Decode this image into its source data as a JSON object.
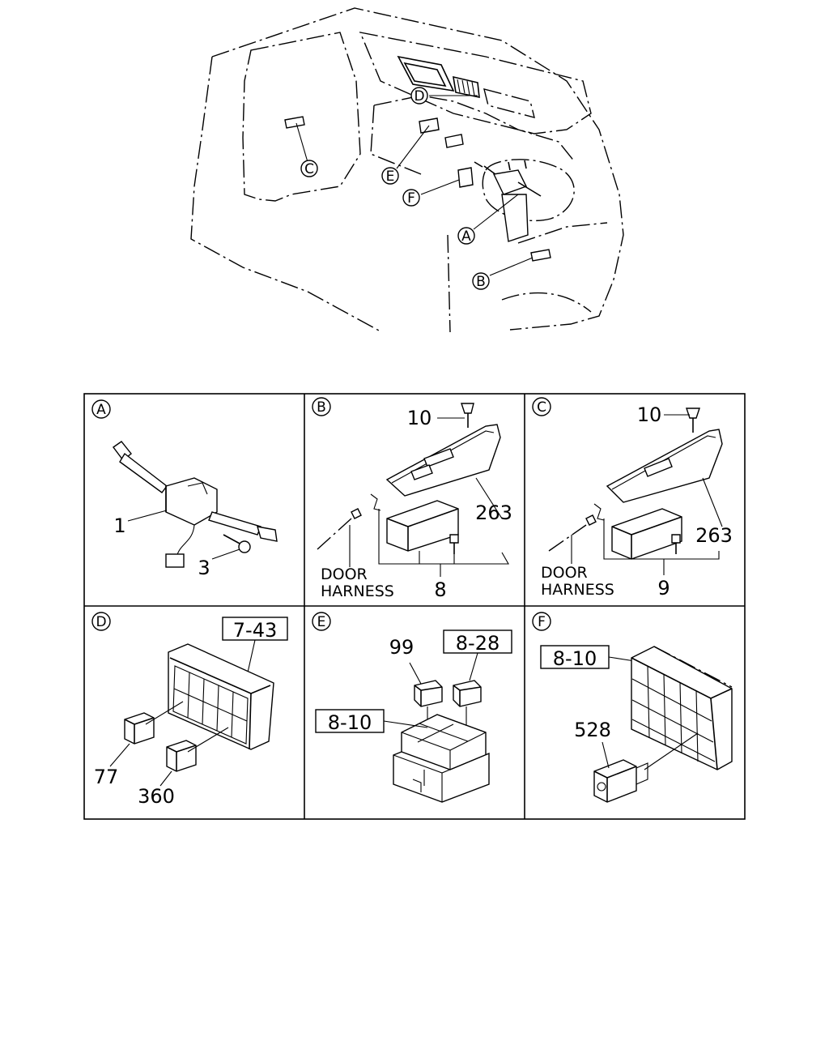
{
  "overview": {
    "callouts": {
      "a": "A",
      "b": "B",
      "c": "C",
      "d": "D",
      "e": "E",
      "f": "F"
    }
  },
  "panels": {
    "a": {
      "letter": "A",
      "part_switch": "1",
      "part_screw": "3"
    },
    "b": {
      "letter": "B",
      "part_screw": "10",
      "part_trim": "263",
      "part_switch": "8",
      "door_harness": [
        "DOOR",
        "HARNESS"
      ]
    },
    "c": {
      "letter": "C",
      "part_screw": "10",
      "part_trim": "263",
      "part_switch": "9",
      "door_harness": [
        "DOOR",
        "HARNESS"
      ]
    },
    "d": {
      "letter": "D",
      "ref": "7-43",
      "part_upper": "77",
      "part_lower": "360"
    },
    "e": {
      "letter": "E",
      "part_relay": "99",
      "ref_relay": "8-28",
      "ref_block": "8-10"
    },
    "f": {
      "letter": "F",
      "ref_block": "8-10",
      "part_relay": "528"
    }
  }
}
